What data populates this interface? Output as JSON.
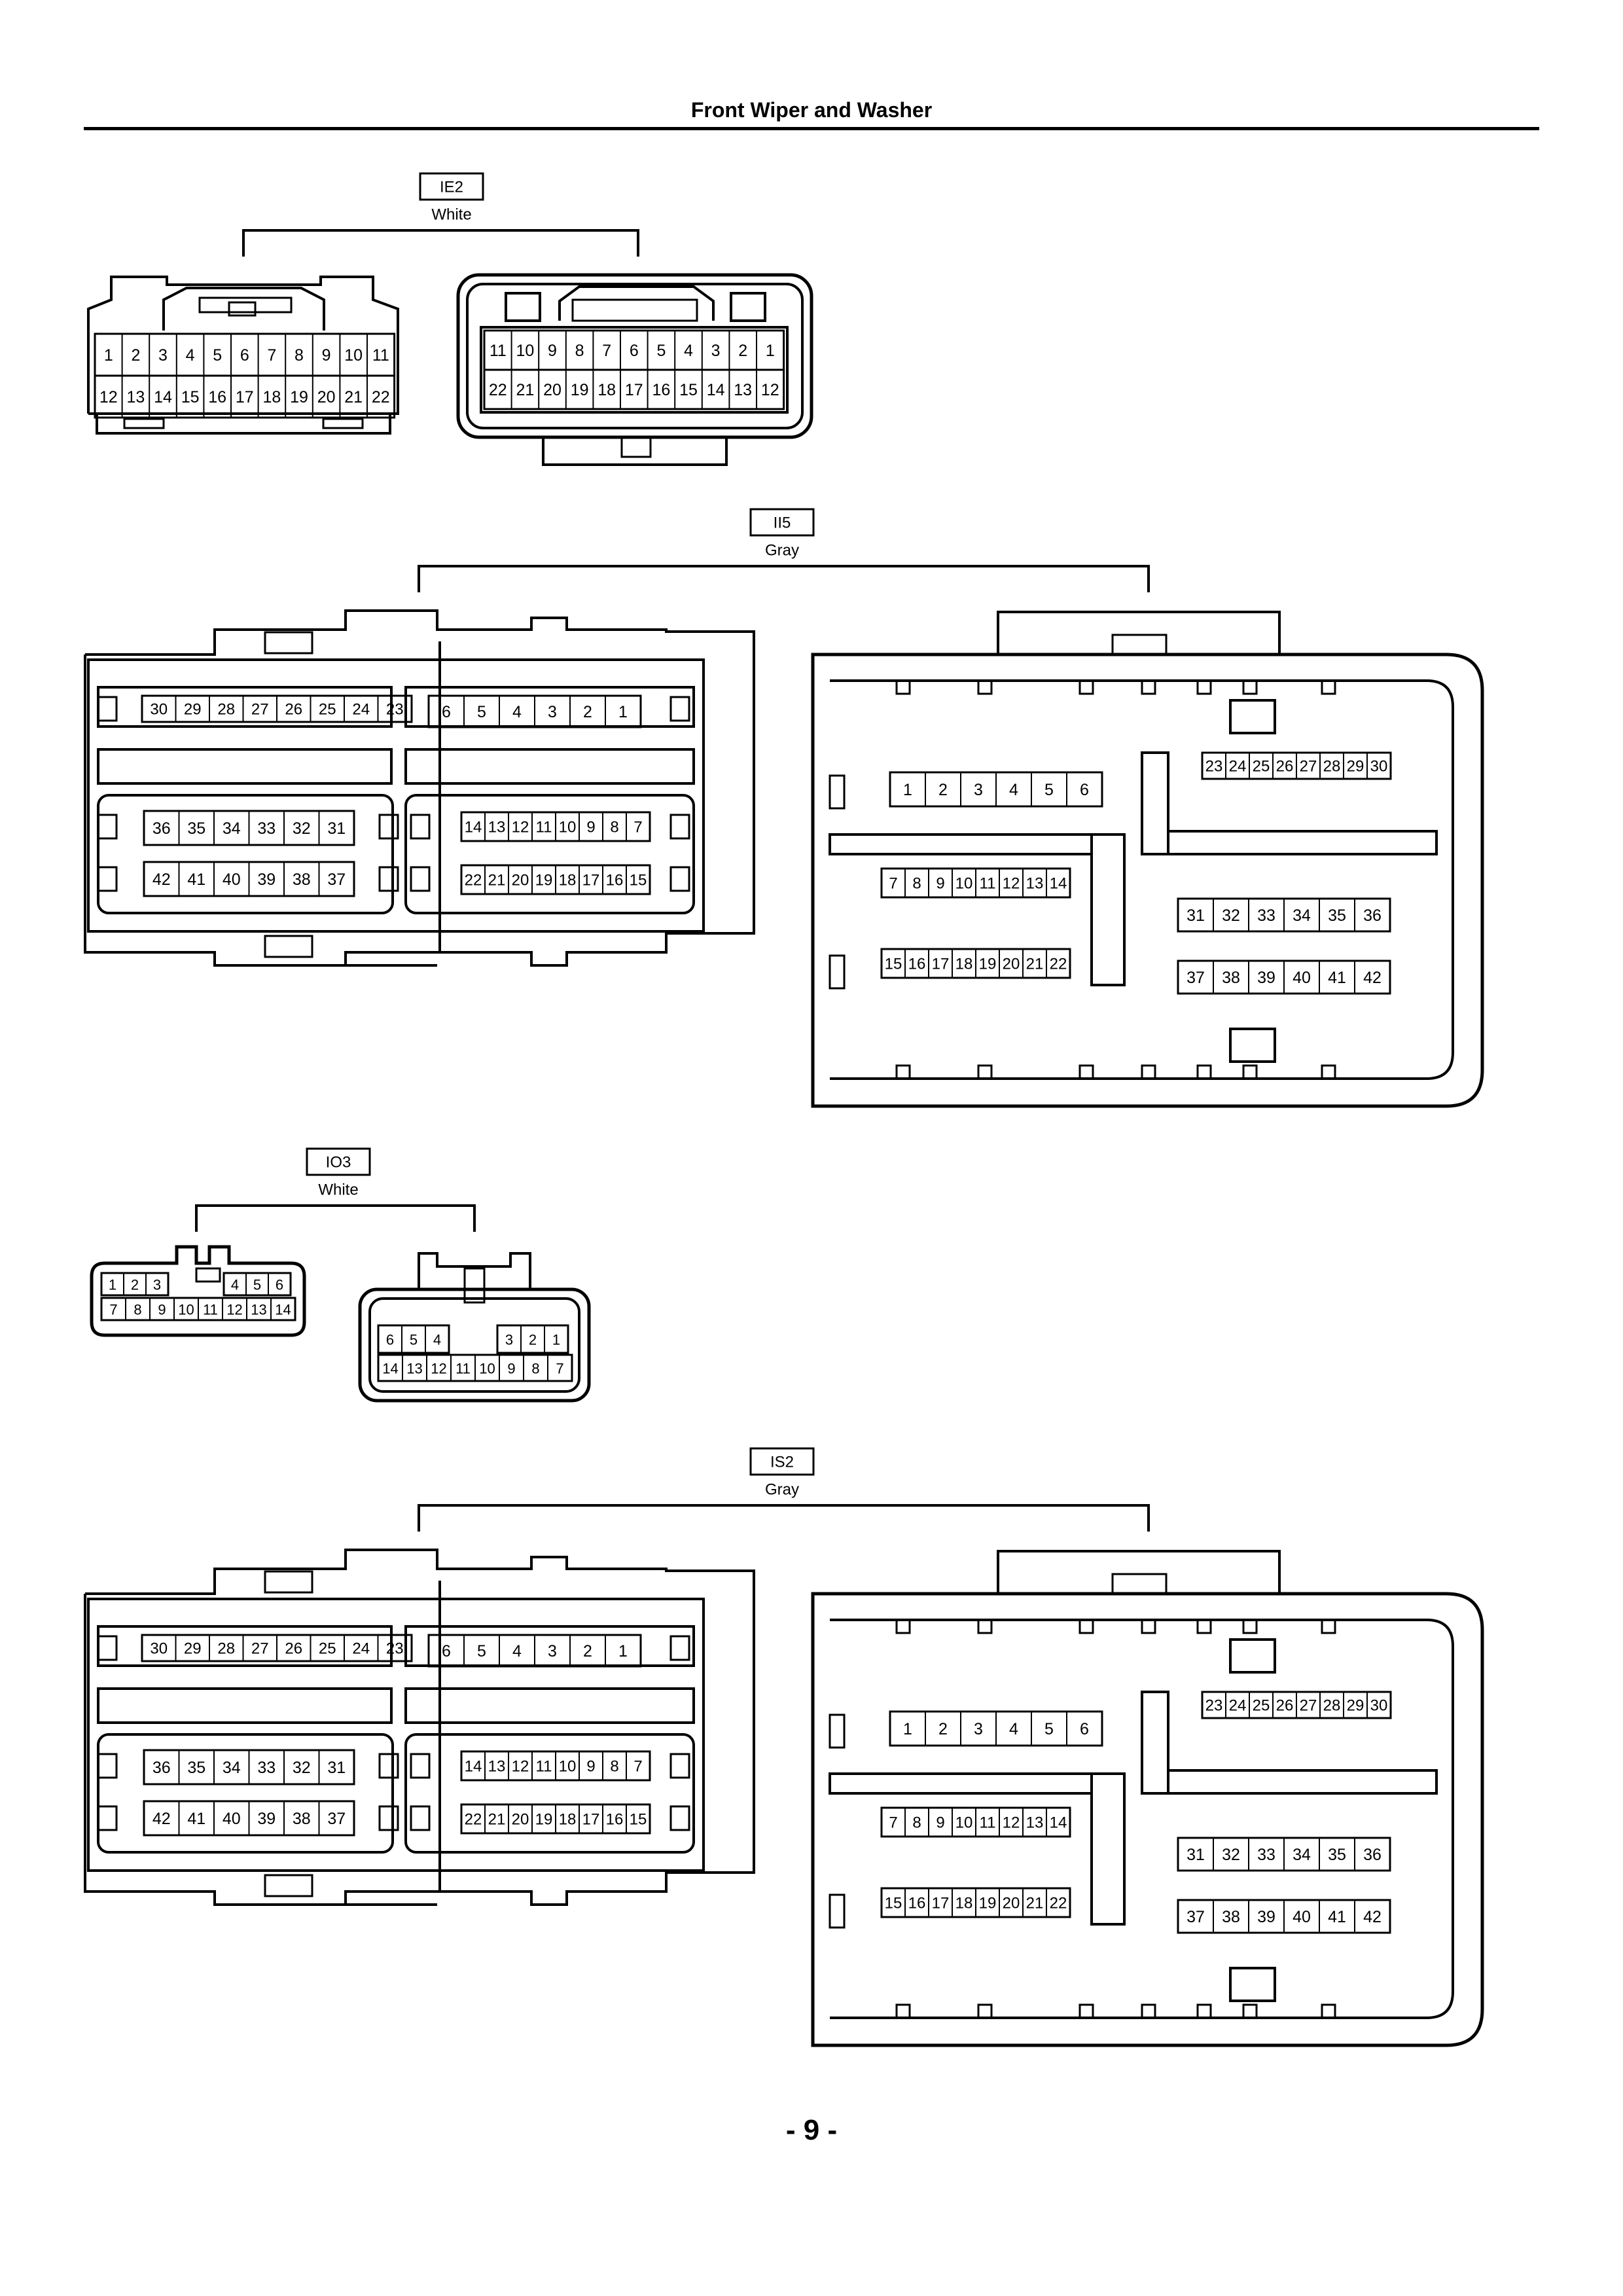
{
  "page": {
    "title": "Front Wiper and Washer",
    "page_number": "- 9 -"
  },
  "connectors": [
    {
      "code": "IE2",
      "color": "White",
      "type": "22pin",
      "left": {
        "rows": [
          [
            "1",
            "2",
            "3",
            "4",
            "5",
            "6",
            "7",
            "8",
            "9",
            "10",
            "11"
          ],
          [
            "12",
            "13",
            "14",
            "15",
            "16",
            "17",
            "18",
            "19",
            "20",
            "21",
            "22"
          ]
        ]
      },
      "right": {
        "rows": [
          [
            "11",
            "10",
            "9",
            "8",
            "7",
            "6",
            "5",
            "4",
            "3",
            "2",
            "1"
          ],
          [
            "22",
            "21",
            "20",
            "19",
            "18",
            "17",
            "16",
            "15",
            "14",
            "13",
            "12"
          ]
        ]
      }
    },
    {
      "code": "II5",
      "color": "Gray",
      "type": "42pin",
      "left": {
        "g_a": [
          "30",
          "29",
          "28",
          "27",
          "26",
          "25",
          "24",
          "23"
        ],
        "g_b": [
          "6",
          "5",
          "4",
          "3",
          "2",
          "1"
        ],
        "g_c": [
          "36",
          "35",
          "34",
          "33",
          "32",
          "31"
        ],
        "g_d": [
          "42",
          "41",
          "40",
          "39",
          "38",
          "37"
        ],
        "g_e": [
          "14",
          "13",
          "12",
          "11",
          "10",
          "9",
          "8",
          "7"
        ],
        "g_f": [
          "22",
          "21",
          "20",
          "19",
          "18",
          "17",
          "16",
          "15"
        ]
      },
      "right": {
        "g_a": [
          "23",
          "24",
          "25",
          "26",
          "27",
          "28",
          "29",
          "30"
        ],
        "g_b": [
          "1",
          "2",
          "3",
          "4",
          "5",
          "6"
        ],
        "g_c": [
          "7",
          "8",
          "9",
          "10",
          "11",
          "12",
          "13",
          "14"
        ],
        "g_d": [
          "31",
          "32",
          "33",
          "34",
          "35",
          "36"
        ],
        "g_e": [
          "15",
          "16",
          "17",
          "18",
          "19",
          "20",
          "21",
          "22"
        ],
        "g_f": [
          "37",
          "38",
          "39",
          "40",
          "41",
          "42"
        ]
      }
    },
    {
      "code": "IO3",
      "color": "White",
      "type": "14pin",
      "left": {
        "top_a": [
          "1",
          "2",
          "3"
        ],
        "top_b": [
          "4",
          "5",
          "6"
        ],
        "bottom": [
          "7",
          "8",
          "9",
          "10",
          "11",
          "12",
          "13",
          "14"
        ]
      },
      "right": {
        "top_a": [
          "6",
          "5",
          "4"
        ],
        "top_b": [
          "3",
          "2",
          "1"
        ],
        "bottom": [
          "14",
          "13",
          "12",
          "11",
          "10",
          "9",
          "8",
          "7"
        ]
      }
    },
    {
      "code": "IS2",
      "color": "Gray",
      "type": "42pin",
      "left": {
        "g_a": [
          "30",
          "29",
          "28",
          "27",
          "26",
          "25",
          "24",
          "23"
        ],
        "g_b": [
          "6",
          "5",
          "4",
          "3",
          "2",
          "1"
        ],
        "g_c": [
          "36",
          "35",
          "34",
          "33",
          "32",
          "31"
        ],
        "g_d": [
          "42",
          "41",
          "40",
          "39",
          "38",
          "37"
        ],
        "g_e": [
          "14",
          "13",
          "12",
          "11",
          "10",
          "9",
          "8",
          "7"
        ],
        "g_f": [
          "22",
          "21",
          "20",
          "19",
          "18",
          "17",
          "16",
          "15"
        ]
      },
      "right": {
        "g_a": [
          "23",
          "24",
          "25",
          "26",
          "27",
          "28",
          "29",
          "30"
        ],
        "g_b": [
          "1",
          "2",
          "3",
          "4",
          "5",
          "6"
        ],
        "g_c": [
          "7",
          "8",
          "9",
          "10",
          "11",
          "12",
          "13",
          "14"
        ],
        "g_d": [
          "31",
          "32",
          "33",
          "34",
          "35",
          "36"
        ],
        "g_e": [
          "15",
          "16",
          "17",
          "18",
          "19",
          "20",
          "21",
          "22"
        ],
        "g_f": [
          "37",
          "38",
          "39",
          "40",
          "41",
          "42"
        ]
      }
    }
  ]
}
